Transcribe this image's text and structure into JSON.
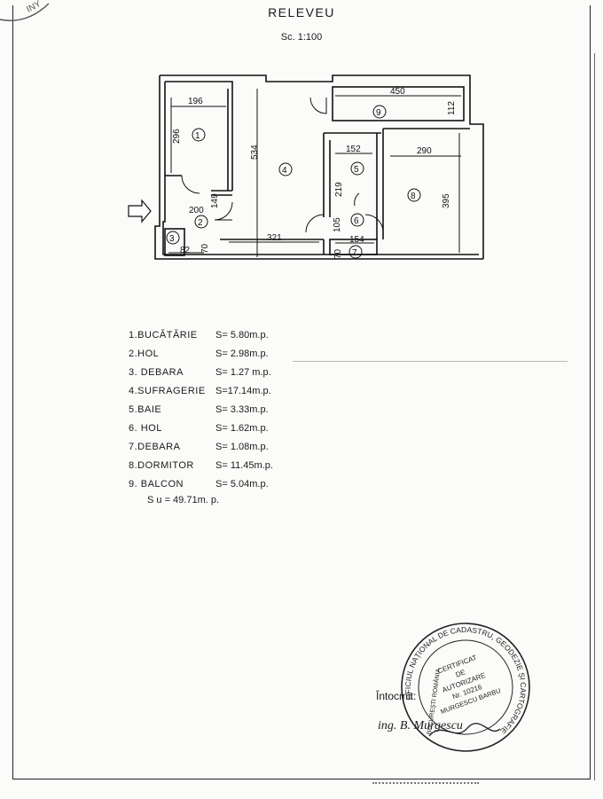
{
  "header": {
    "title": "RELEVEU",
    "scale": "Sc. 1:100"
  },
  "plan": {
    "dimensions": {
      "d196": "196",
      "d296": "296",
      "d534": "534",
      "d450": "450",
      "d112": "112",
      "d152": "152",
      "d290": "290",
      "d219": "219",
      "d395": "395",
      "d200": "200",
      "d149": "149",
      "d105": "105",
      "d321": "321",
      "d154": "154",
      "d82": "82",
      "d70a": "70",
      "d70b": "70"
    },
    "room_numbers": [
      "1",
      "2",
      "3",
      "4",
      "5",
      "6",
      "7",
      "8",
      "9"
    ]
  },
  "rooms": [
    {
      "name": "1.BUCĂTĂRIE",
      "area": "S= 5.80m.p."
    },
    {
      "name": "2.HOL",
      "area": "S= 2.98m.p."
    },
    {
      "name": "3. DEBARA",
      "area": "S= 1.27 m.p."
    },
    {
      "name": "4.SUFRAGERIE",
      "area": "S=17.14m.p."
    },
    {
      "name": "5.BAIE",
      "area": "S= 3.33m.p."
    },
    {
      "name": "6. HOL",
      "area": "S= 1.62m.p."
    },
    {
      "name": "7.DEBARA",
      "area": "S= 1.08m.p."
    },
    {
      "name": "8.DORMITOR",
      "area": "S= 11.45m.p."
    },
    {
      "name": "9. BALCON",
      "area": "S= 5.04m.p."
    }
  ],
  "total": "S u = 49.71m. p.",
  "footer": {
    "drawn_by_label": "Întocmit:",
    "signature": "ing. B. Murgescu"
  },
  "seal": {
    "outer_text": "OFICIUL NAȚIONAL DE CADASTRU, GEODEZIE ȘI CARTOGRAFIE",
    "left_text": "BUCUREȘTI ROMÂNIA",
    "line1": "CERTIFICAT",
    "line2": "DE",
    "line3": "AUTORIZARE",
    "line4": "Nr. 10216",
    "line5": "MURGESCU BARBU"
  },
  "corner_stamp": "INY"
}
